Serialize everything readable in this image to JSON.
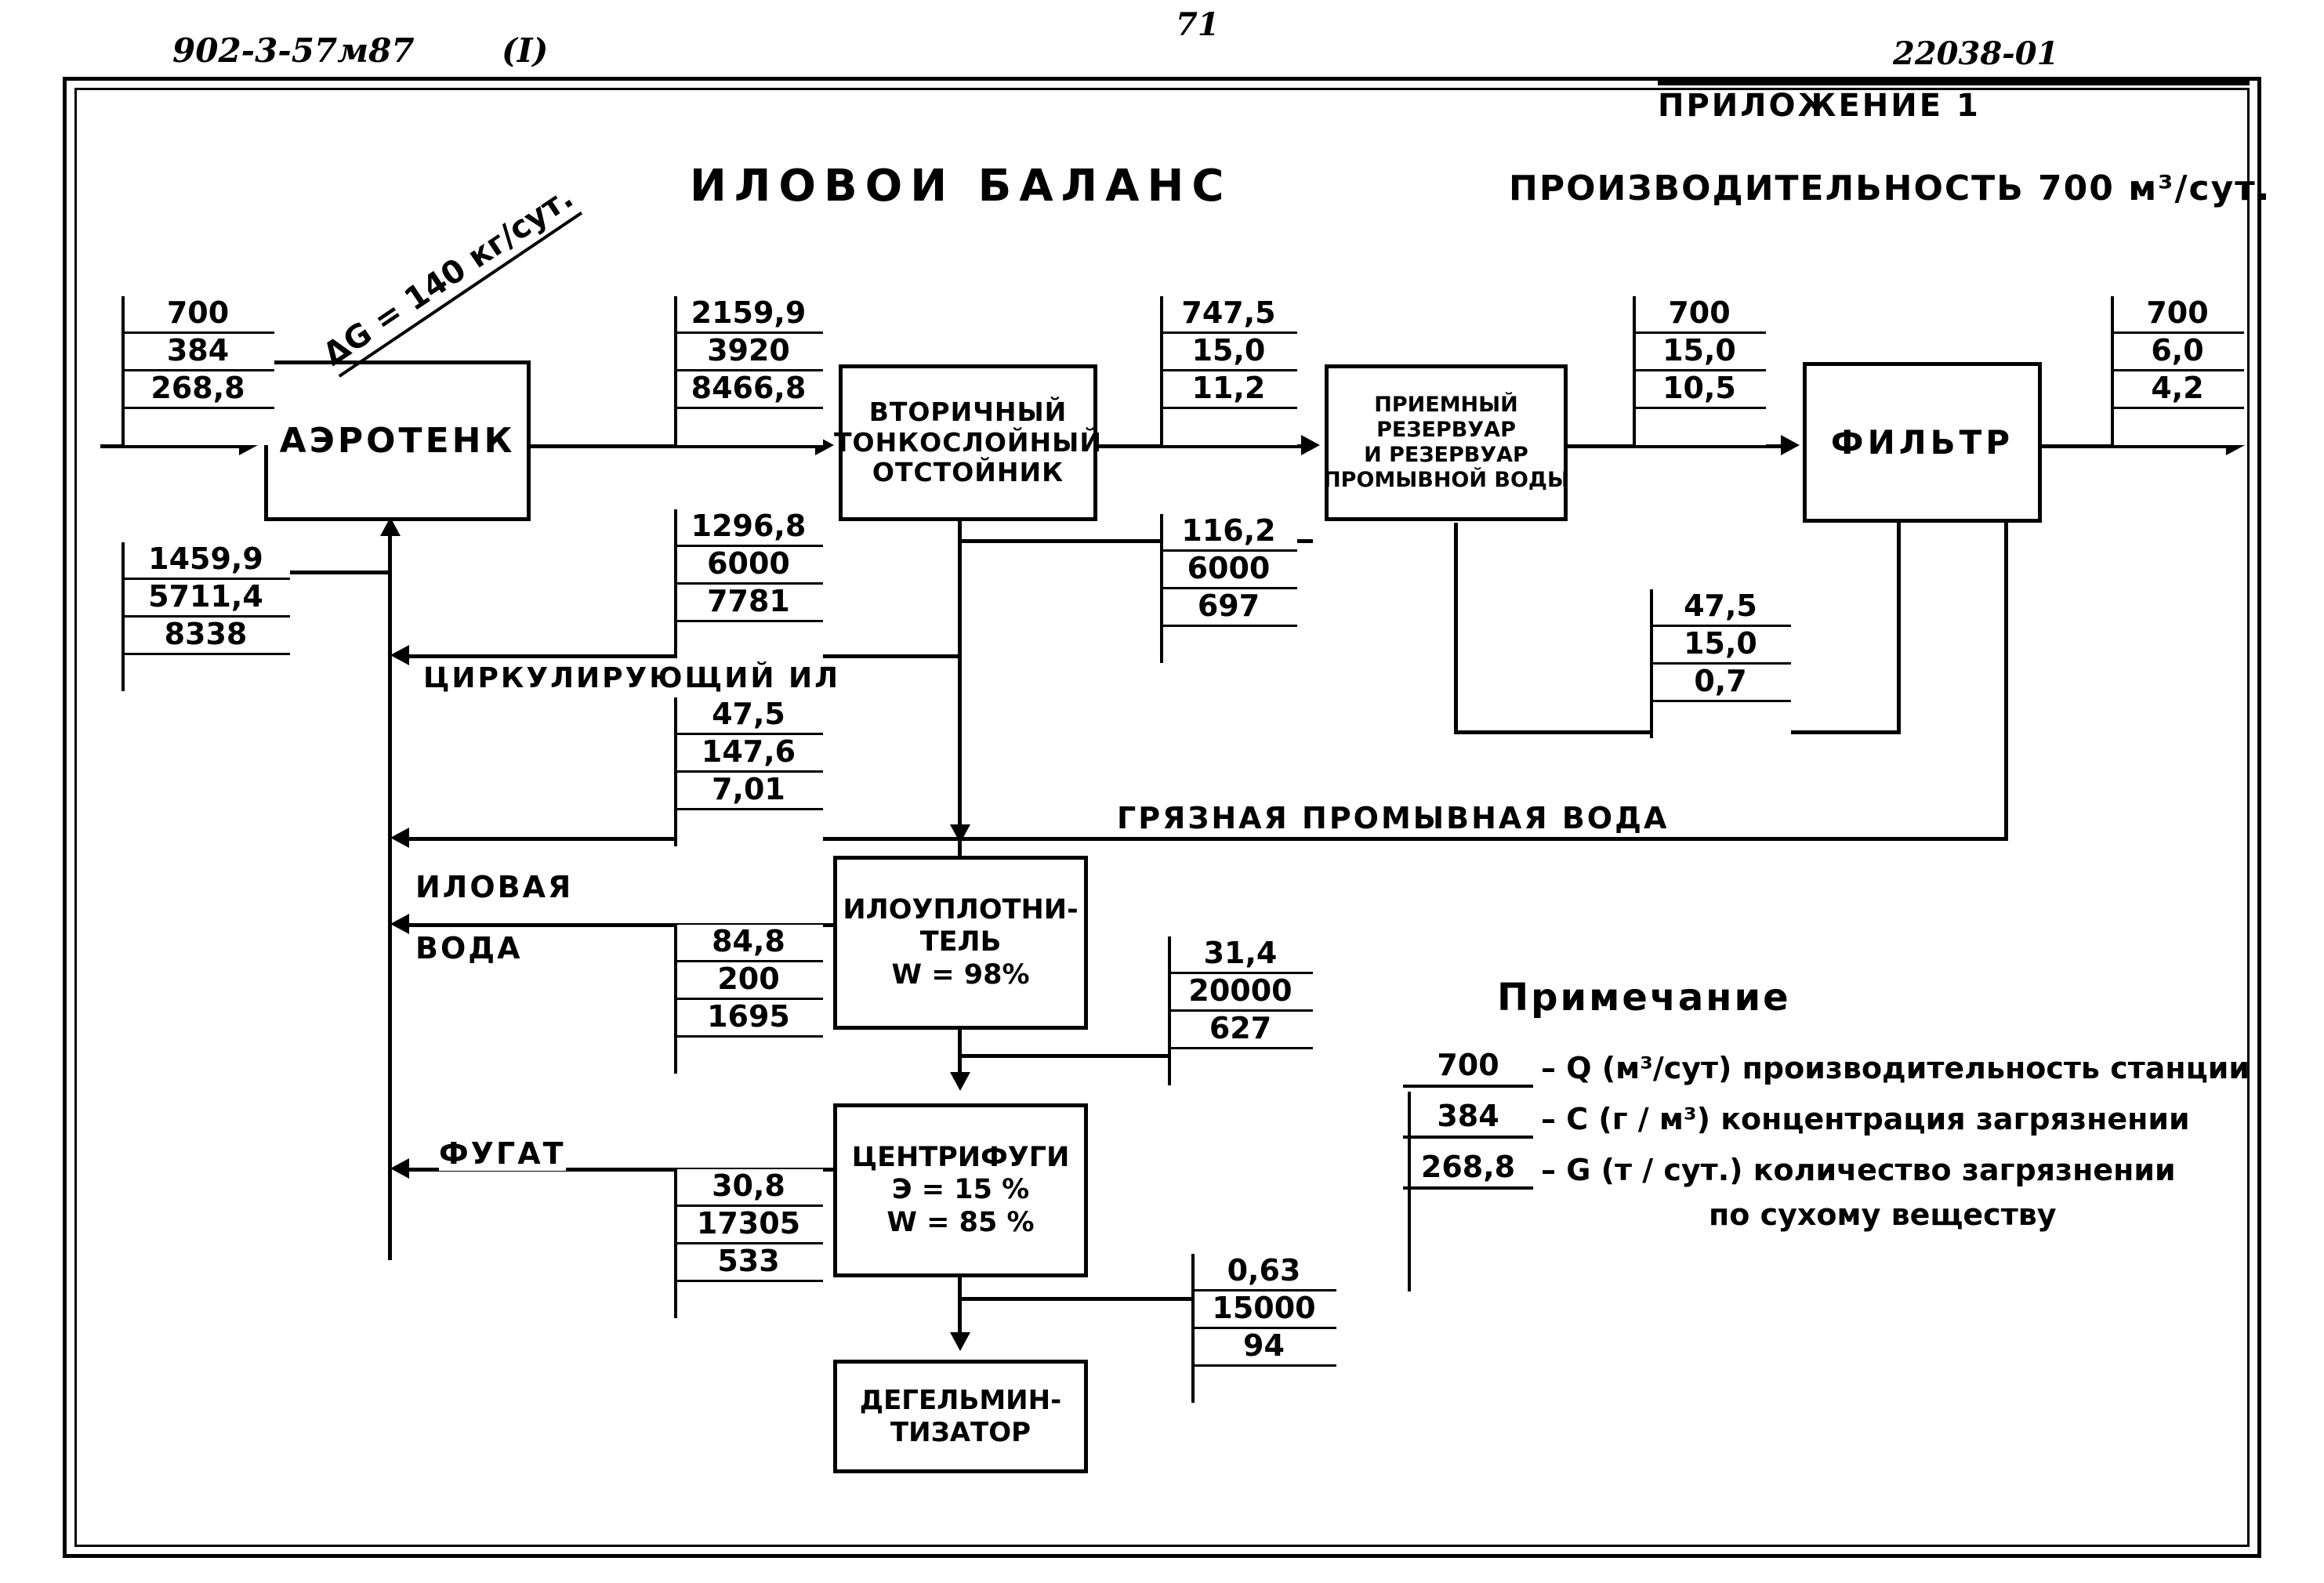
{
  "header": {
    "left_code": "902-3-57м87",
    "left_sheet": "(I)",
    "page_number": "71",
    "right_code": "22038-01",
    "appendix": "ПРИЛОЖЕНИЕ     1"
  },
  "title": {
    "main": "ИЛОВОИ       БАЛАНС",
    "capacity": "ПРОИЗВОДИТЕЛЬНОСТЬ 700 м³/сут."
  },
  "chart_data": {
    "type": "diagram",
    "title": "ИЛОВОИ БАЛАНС",
    "nodes": [
      {
        "id": "aerotank",
        "label": "АЭРОТЕНК"
      },
      {
        "id": "settler",
        "label": "ВТОРИЧНЫЙ ТОНКОСЛОЙНЫЙ ОТСТОЙНИК"
      },
      {
        "id": "reservoir",
        "label": "ПРИЕМНЫЙ РЕЗЕРВУАР И РЕЗЕРВУАР ПРОМЫВНОЙ ВОДЫ"
      },
      {
        "id": "filter",
        "label": "ФИЛЬТР"
      },
      {
        "id": "thickener",
        "label": "ИЛОУПЛОТНИ-ТЕЛЬ W = 98%"
      },
      {
        "id": "centrifuge",
        "label": "ЦЕНТРИФУГИ Э = 15% W = 85%"
      },
      {
        "id": "dehelm",
        "label": "ДЕГЕЛЬМИН-ТИЗАТОР"
      }
    ],
    "streams": [
      {
        "id": "inlet",
        "Q": "700",
        "C": "384",
        "G": "268,8"
      },
      {
        "id": "to_settler",
        "Q": "2159,9",
        "C": "3920",
        "G": "8466,8"
      },
      {
        "id": "to_reservoir",
        "Q": "747,5",
        "C": "15,0",
        "G": "11,2"
      },
      {
        "id": "to_filter",
        "Q": "700",
        "C": "15,0",
        "G": "10,5"
      },
      {
        "id": "outlet",
        "Q": "700",
        "C": "6,0",
        "G": "4,2"
      },
      {
        "id": "return_sludge",
        "Q": "1459,9",
        "C": "5711,4",
        "G": "8338"
      },
      {
        "id": "circ_sludge",
        "Q": "1296,8",
        "C": "6000",
        "G": "7781"
      },
      {
        "id": "excess_sludge",
        "Q": "47,5",
        "C": "147,6",
        "G": "7,01"
      },
      {
        "id": "wash_sludge",
        "Q": "116,2",
        "C": "6000",
        "G": "697"
      },
      {
        "id": "wash_water",
        "Q": "47,5",
        "C": "15,0",
        "G": "0,7"
      },
      {
        "id": "sludge_water",
        "Q": "84,8",
        "C": "200",
        "G": "1695"
      },
      {
        "id": "thickened",
        "Q": "31,4",
        "C": "20000",
        "G": "627"
      },
      {
        "id": "fugate",
        "Q": "30,8",
        "C": "17305",
        "G": "533"
      },
      {
        "id": "cake",
        "Q": "0,63",
        "C": "15000",
        "G": "94"
      }
    ],
    "annotations": [
      "ΔG = 140 кг/сут.",
      "ЦИРКУЛИРУЮЩИЙ    ИЛ",
      "ГРЯЗНАЯ  ПРОМЫВНАЯ  ВОДА",
      "ИЛОВАЯ ВОДА",
      "ФУГАТ"
    ]
  },
  "nodes": {
    "aerotank": {
      "line1": "АЭРОТЕНК"
    },
    "settler": {
      "line1": "ВТОРИЧНЫЙ",
      "line2": "ТОНКОСЛОЙНЫЙ",
      "line3": "ОТСТОЙНИК"
    },
    "reservoir": {
      "line1": "ПРИЕМНЫЙ",
      "line2": "РЕЗЕРВУАР",
      "line3": "И  РЕЗЕРВУАР",
      "line4": "ПРОМЫВНОЙ ВОДЫ"
    },
    "filter": {
      "line1": "ФИЛЬТР"
    },
    "thickener": {
      "line1": "ИЛОУПЛОТНИ-",
      "line2": "ТЕЛЬ",
      "line3": "W = 98%"
    },
    "centrifuge": {
      "line1": "ЦЕНТРИФУГИ",
      "line2": "Э = 15 %",
      "line3": "W = 85 %"
    },
    "dehelm": {
      "line1": "ДЕГЕЛЬМИН-",
      "line2": "ТИЗАТОР"
    }
  },
  "values": {
    "inlet": {
      "q": "700",
      "c": "384",
      "g": "268,8"
    },
    "to_settler": {
      "q": "2159,9",
      "c": "3920",
      "g": "8466,8"
    },
    "to_reservoir": {
      "q": "747,5",
      "c": "15,0",
      "g": "11,2"
    },
    "to_filter": {
      "q": "700",
      "c": "15,0",
      "g": "10,5"
    },
    "outlet": {
      "q": "700",
      "c": "6,0",
      "g": "4,2"
    },
    "return_sludge": {
      "q": "1459,9",
      "c": "5711,4",
      "g": "8338"
    },
    "circ_sludge": {
      "q": "1296,8",
      "c": "6000",
      "g": "7781"
    },
    "excess_sludge": {
      "q": "47,5",
      "c": "147,6",
      "g": "7,01"
    },
    "wash_sludge": {
      "q": "116,2",
      "c": "6000",
      "g": "697"
    },
    "wash_water": {
      "q": "47,5",
      "c": "15,0",
      "g": "0,7"
    },
    "sludge_water": {
      "q": "84,8",
      "c": "200",
      "g": "1695"
    },
    "thickened": {
      "q": "31,4",
      "c": "20000",
      "g": "627"
    },
    "fugate": {
      "q": "30,8",
      "c": "17305",
      "g": "533"
    },
    "cake": {
      "q": "0,63",
      "c": "15000",
      "g": "94"
    }
  },
  "flow_labels": {
    "delta_g": "ΔG = 140 кг/сут.",
    "circulating_sludge": "ЦИРКУЛИРУЮЩИЙ    ИЛ",
    "dirty_wash_water": "ГРЯЗНАЯ   ПРОМЫВНАЯ   ВОДА",
    "sludge_water_1": "ИЛОВАЯ",
    "sludge_water_2": "ВОДА",
    "fugate": "ФУГАТ"
  },
  "note": {
    "title": "Примечание",
    "rows": [
      {
        "num": "700",
        "text": "– Q (м³/сут) производительность станции"
      },
      {
        "num": "384",
        "text": "– C (г / м³)  концентрация  загрязнении"
      },
      {
        "num": "268,8",
        "text": "– G (т / сут.) количество  загрязнении"
      }
    ],
    "tail": "по сухому веществу"
  }
}
